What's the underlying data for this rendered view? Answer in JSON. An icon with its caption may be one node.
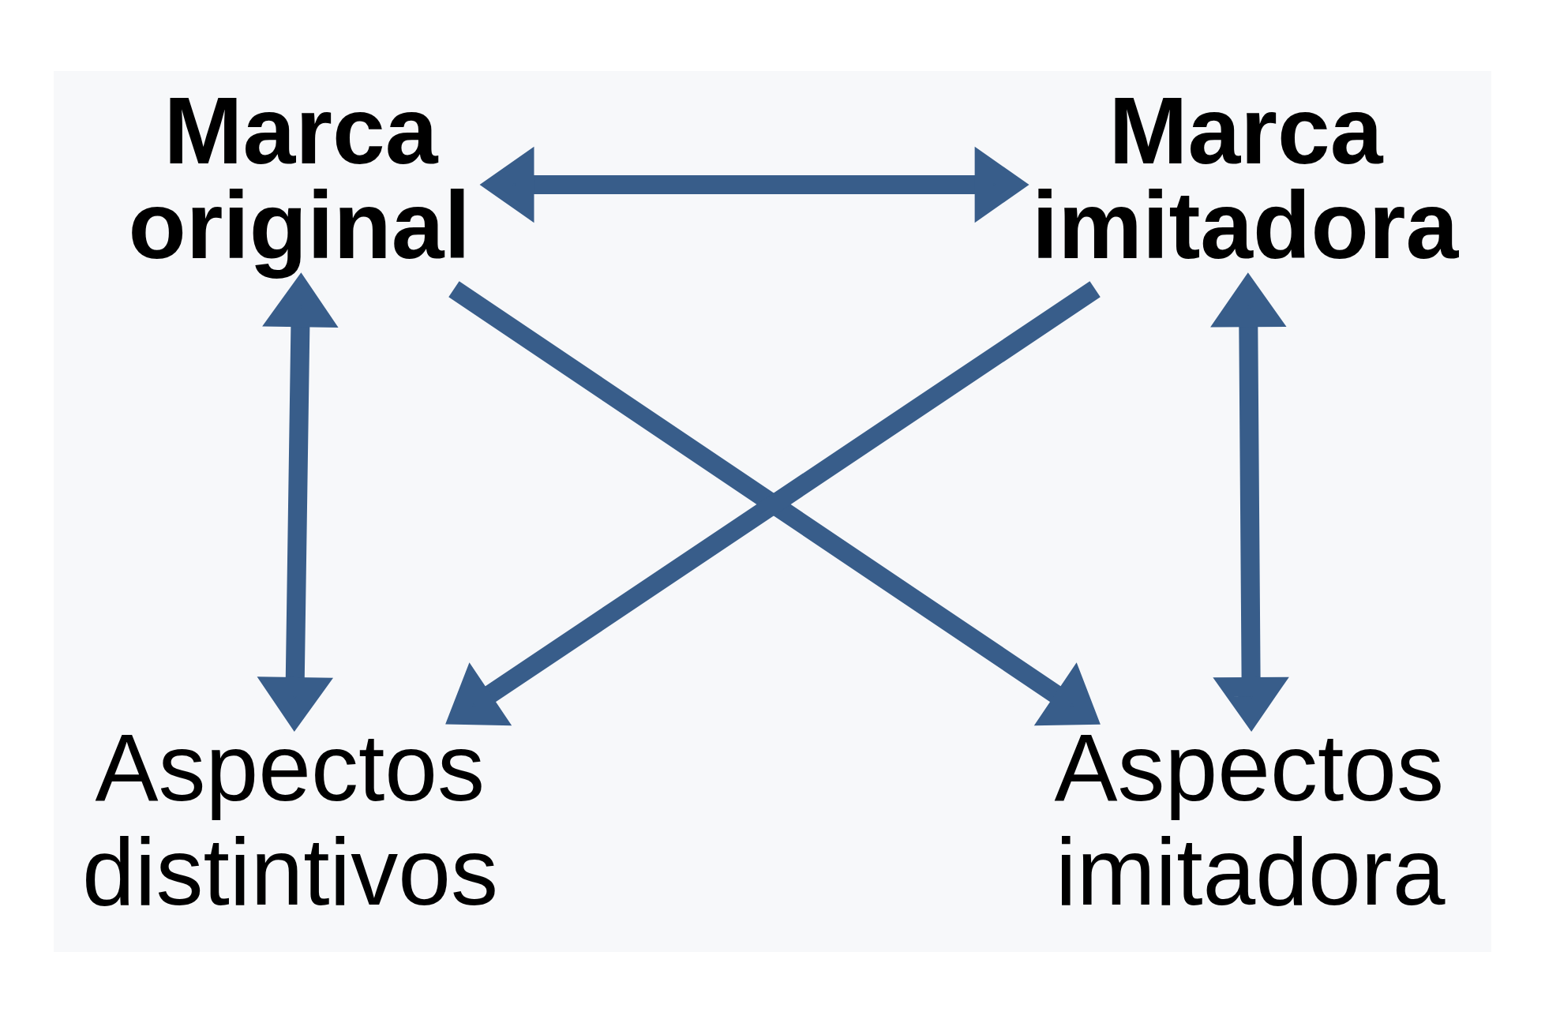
{
  "diagram": {
    "nodes": [
      {
        "text": [
          "Marca original"
        ]
      },
      {
        "text": [
          "Marca imitadora"
        ]
      },
      {
        "text": [
          "Aspectos distintivos"
        ]
      },
      {
        "text": [
          "Aspectos imitadora"
        ]
      }
    ],
    "edges": [
      {
        "from": 0,
        "to": 1,
        "arrow": "both"
      },
      {
        "from": 0,
        "to": 2,
        "arrow": "both"
      },
      {
        "from": 1,
        "to": 3,
        "arrow": "both"
      },
      {
        "from": 0,
        "to": 3,
        "arrow": "to"
      },
      {
        "from": 1,
        "to": 2,
        "arrow": "to"
      }
    ]
  }
}
